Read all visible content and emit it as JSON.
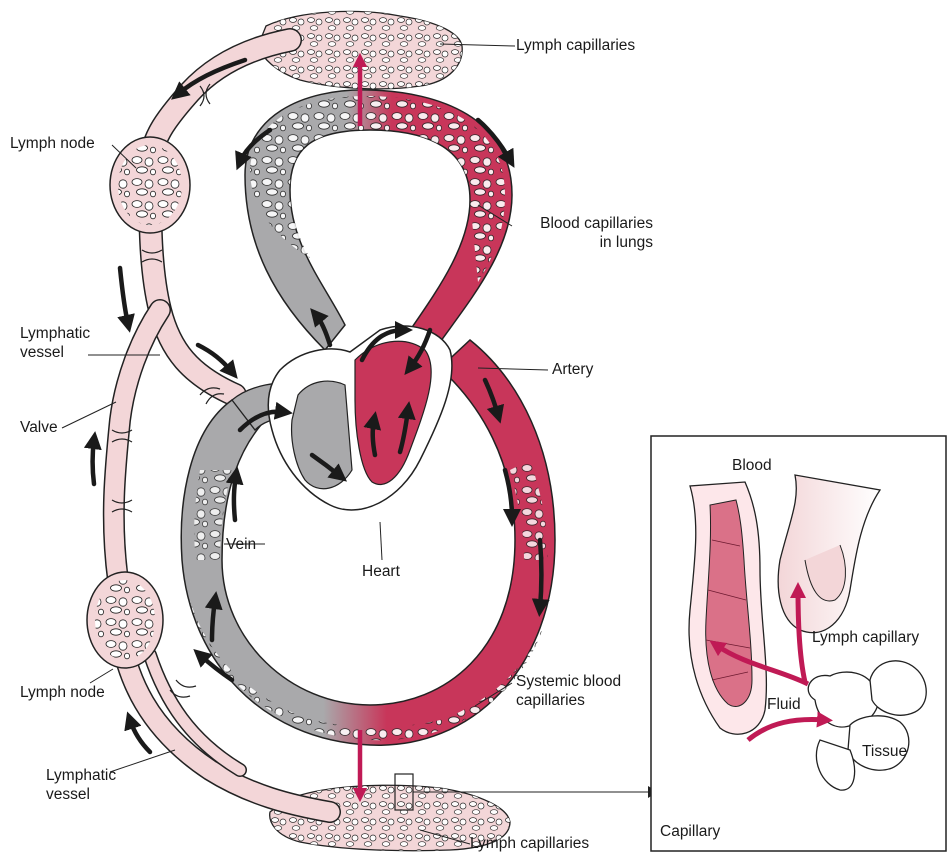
{
  "labels": {
    "lymph_capillaries_top": "Lymph capillaries",
    "lymph_node_top": "Lymph node",
    "blood_capillaries_lungs": [
      "Blood capillaries",
      "in lungs"
    ],
    "lymphatic_vessel_top": [
      "Lymphatic",
      "vessel"
    ],
    "artery": "Artery",
    "valve": "Valve",
    "vein": "Vein",
    "heart": "Heart",
    "lymph_node_bottom": "Lymph node",
    "systemic_blood_capillaries": [
      "Systemic blood",
      "capillaries"
    ],
    "lymphatic_vessel_bottom": [
      "Lymphatic",
      "vessel"
    ],
    "lymph_capillaries_bottom": "Lymph capillaries"
  },
  "inset": {
    "blood": "Blood",
    "lymph_capillary": "Lymph capillary",
    "fluid": "Fluid",
    "tissue": "Tissue",
    "capillary": "Capillary"
  },
  "colors": {
    "blood_red": "#c8365a",
    "vein_grey": "#a9a9ab",
    "lymph_pink": "#f3d6d8",
    "flow_arrow": "#1a1a1a",
    "fluid_arrow": "#c01a55"
  }
}
